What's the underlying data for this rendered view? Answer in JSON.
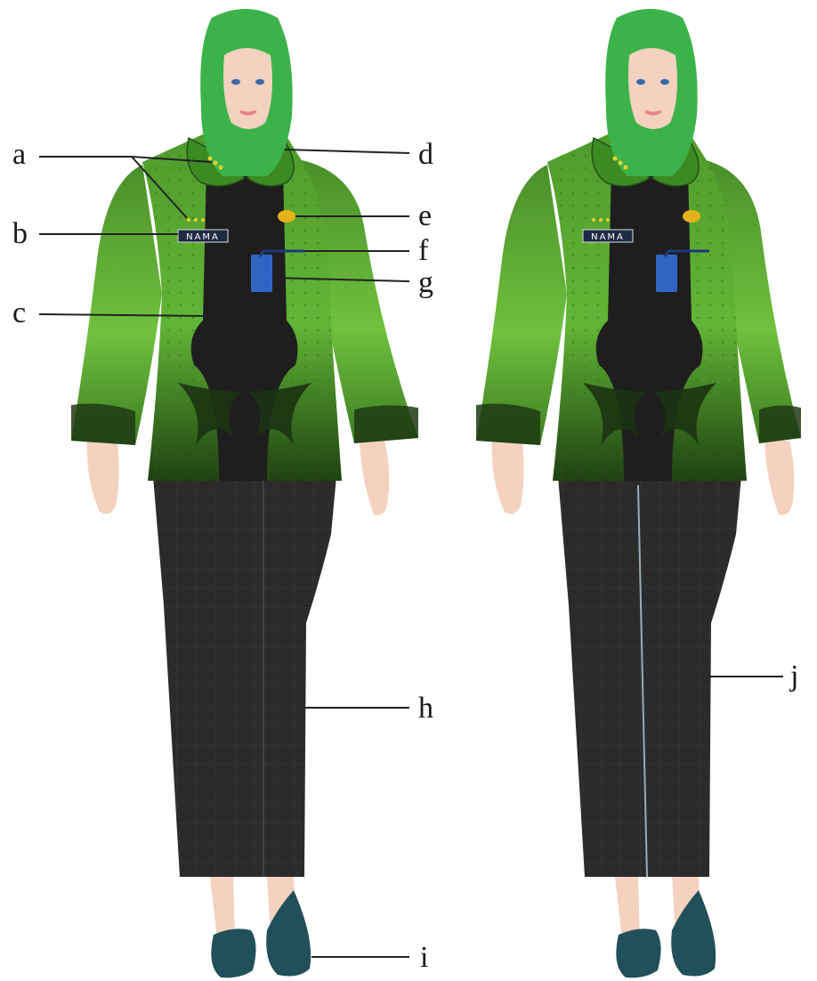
{
  "figures": [
    {
      "id": "figure-left",
      "name_tag": "NAMA",
      "skirt": "straight",
      "labels": [
        {
          "key": "a",
          "text": "a"
        },
        {
          "key": "b",
          "text": "b"
        },
        {
          "key": "c",
          "text": "c"
        },
        {
          "key": "d",
          "text": "d"
        },
        {
          "key": "e",
          "text": "e"
        },
        {
          "key": "f",
          "text": "f"
        },
        {
          "key": "g",
          "text": "g"
        },
        {
          "key": "h",
          "text": "h"
        },
        {
          "key": "i",
          "text": "i"
        }
      ]
    },
    {
      "id": "figure-right",
      "name_tag": "NAMA",
      "skirt": "slit",
      "labels": [
        {
          "key": "j",
          "text": "j"
        }
      ]
    }
  ],
  "colors": {
    "hijab": "#3cb34a",
    "jacket": "#4f9a2c",
    "jacket_light": "#6fc13e",
    "inner": "#1e1e1e",
    "skirt": "#2b2b2b",
    "skin": "#f4d2bf",
    "shoes": "#22505a",
    "badge_blue": "#2f66c4",
    "pin_gold": "#e6b21c",
    "lips": "#e8828c",
    "eyes": "#3a6aa8"
  }
}
